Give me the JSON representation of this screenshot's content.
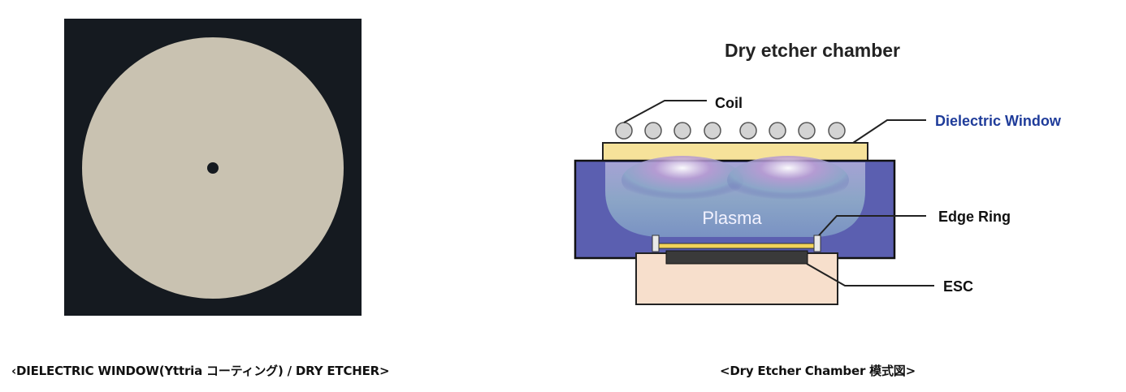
{
  "left_panel": {
    "caption": "‹DIELECTRIC WINDOW(Yttria コーティング) / DRY ETCHER>",
    "colors": {
      "background": "#151a20",
      "disk": "#c9c2b1",
      "center_dot": "#151a20"
    }
  },
  "right_panel": {
    "title": "Dry etcher chamber",
    "labels": {
      "coil": "Coil",
      "dielectric_window": "Dielectric Window",
      "plasma": "Plasma",
      "edge_ring": "Edge Ring",
      "esc": "ESC"
    },
    "caption": "<Dry Etcher Chamber 模式図>",
    "colors": {
      "chamber": "#5b5fb0",
      "window": "#f6e29a",
      "esc_base": "#f7dfcc",
      "dielectric_label": "#1f3c9a",
      "coil": "#d3d3d3"
    }
  }
}
